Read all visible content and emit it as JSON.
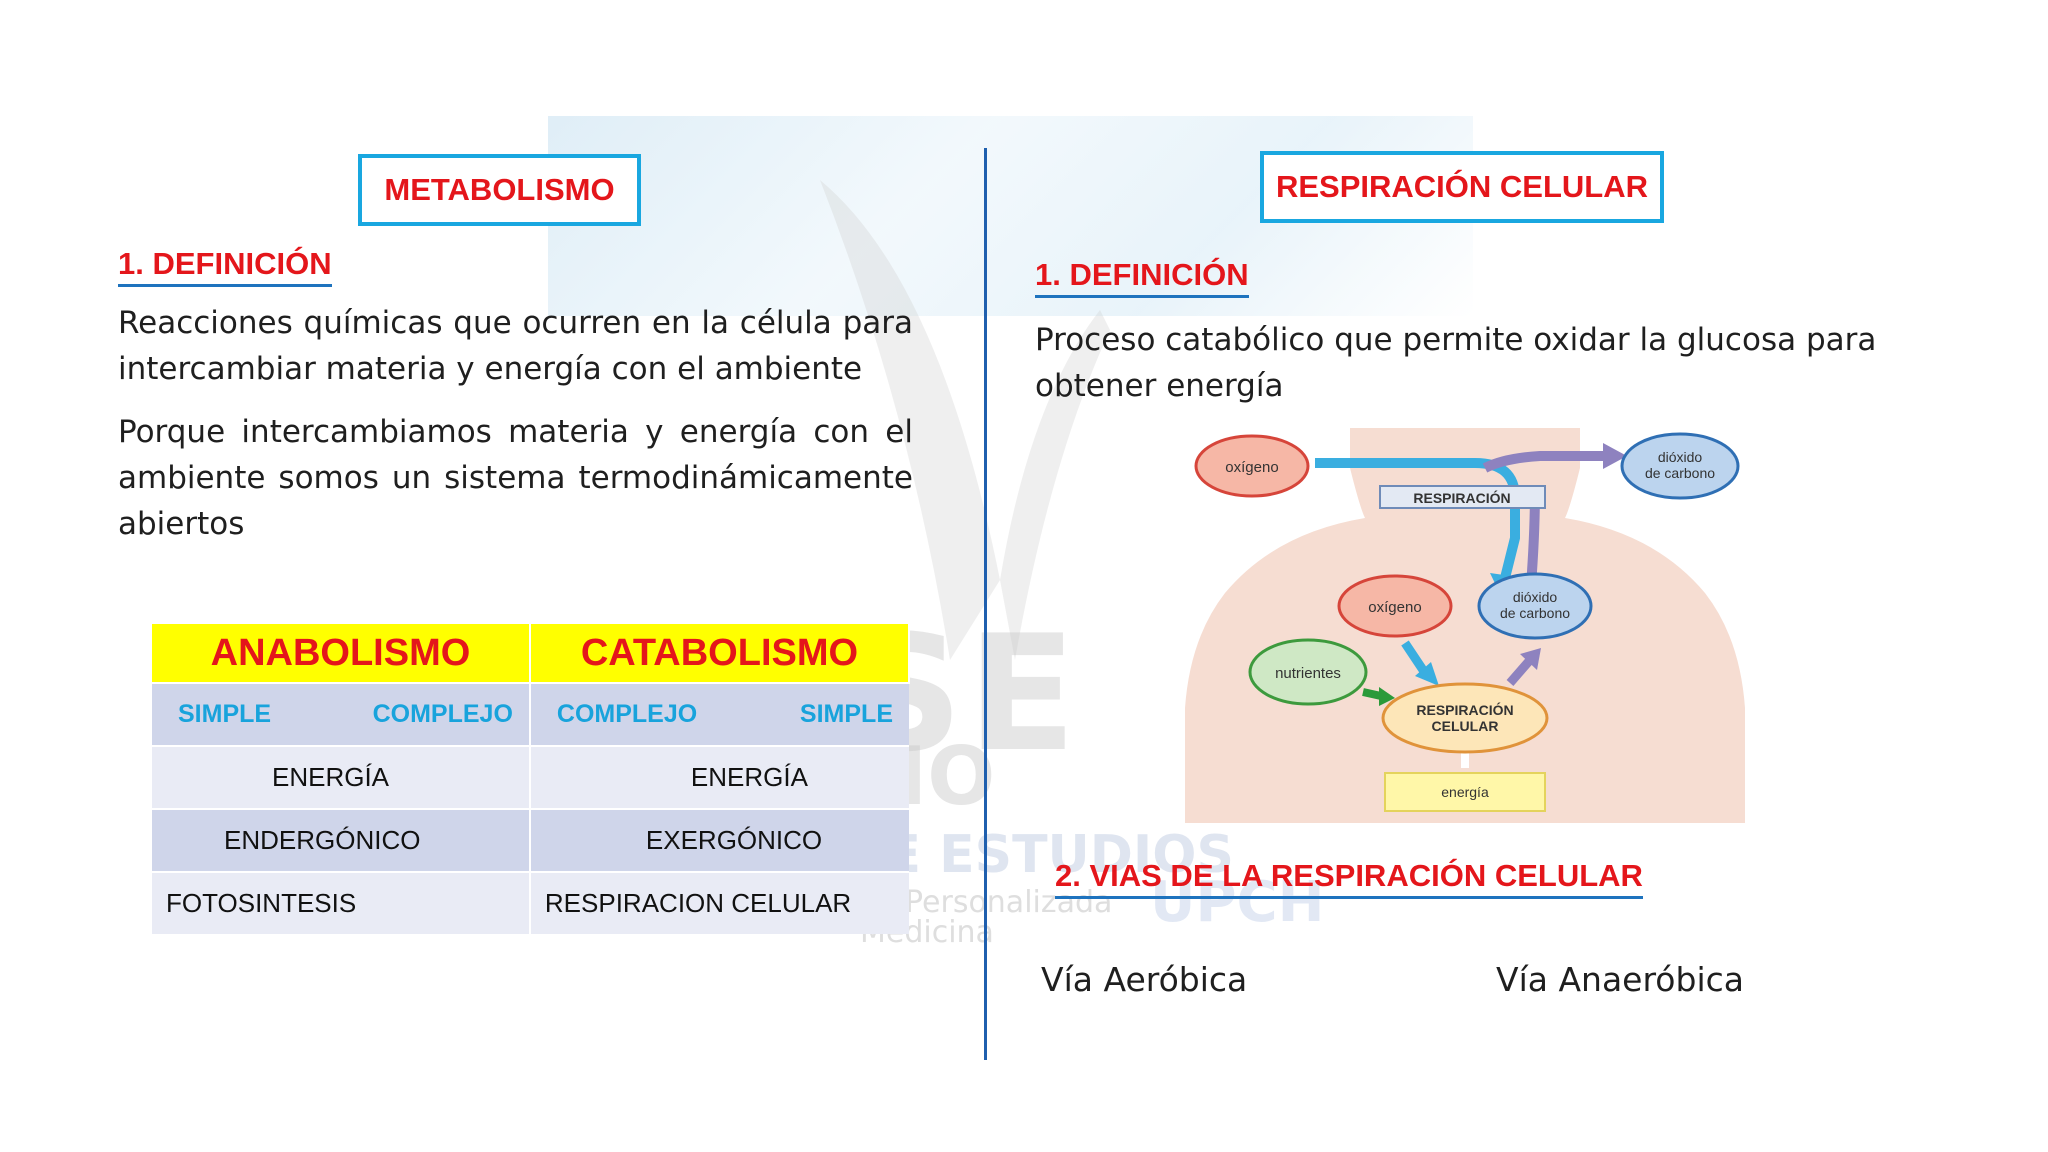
{
  "left": {
    "title": "METABOLISMO",
    "definition_heading": "1. DEFINICIÓN",
    "paragraph1": "Reacciones químicas que ocurren en la célula para intercambiar materia y energía con el ambiente",
    "paragraph2": "Porque intercambiamos materia y energía con el ambiente somos un sistema termodinámicamente abiertos",
    "table": {
      "headers": [
        "ANABOLISMO",
        "CATABOLISMO"
      ],
      "subheaders": [
        [
          "SIMPLE",
          "COMPLEJO"
        ],
        [
          "COMPLEJO",
          "SIMPLE"
        ]
      ],
      "rows": [
        [
          "ENERGÍA",
          "ENERGÍA"
        ],
        [
          "ENDERGÓNICO",
          "EXERGÓNICO"
        ],
        [
          "FOTOSINTESIS",
          "RESPIRACION CELULAR"
        ]
      ]
    }
  },
  "right": {
    "title": "RESPIRACIÓN CELULAR",
    "definition_heading": "1. DEFINICIÓN",
    "paragraph1": "Proceso catabólico que permite oxidar la glucosa para obtener energía",
    "diagram": {
      "oxygen_top": "oxígeno",
      "co2_top_line1": "dióxido",
      "co2_top_line2": "de carbono",
      "respiration_label": "RESPIRACIÓN",
      "oxygen_mid": "oxígeno",
      "co2_mid_line1": "dióxido",
      "co2_mid_line2": "de carbono",
      "nutrients": "nutrientes",
      "cell_resp_line1": "RESPIRACIÓN",
      "cell_resp_line2": "CELULAR",
      "energy": "energía"
    },
    "vias_heading": "2. VIAS DE LA RESPIRACIÓN CELULAR",
    "via_aerobica": "Vía Aeróbica",
    "via_anaerobica": "Vía Anaeróbica"
  },
  "watermark": {
    "line1": "ASE",
    "line2": "TANO",
    "line3": "O DE ESTUDIOS",
    "line4": "Personalizada",
    "line5": "Medicina",
    "line6": "UPCH"
  },
  "colors": {
    "accent_red": "#e4161b",
    "title_border": "#19a7e0",
    "underline_blue": "#1e73be",
    "divider_blue": "#1f5fae",
    "table_header_yellow": "#ffff00"
  }
}
